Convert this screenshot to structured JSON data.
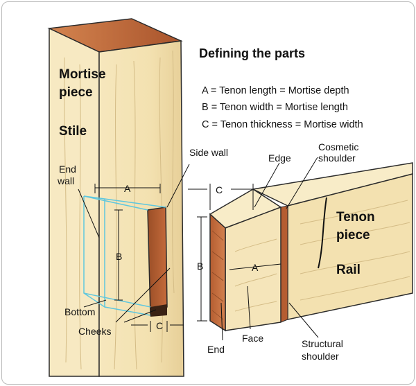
{
  "title": "Defining the parts",
  "definitions": [
    "A = Tenon length = Mortise depth",
    "B = Tenon width = Mortise length",
    "C = Tenon thickness = Mortise width"
  ],
  "mortise_piece": {
    "line1": "Mortise",
    "line2": "piece",
    "name": "Stile"
  },
  "tenon_piece": {
    "line1": "Tenon",
    "line2": "piece",
    "name": "Rail"
  },
  "labels": {
    "end_wall_1": "End",
    "end_wall_2": "wall",
    "side_wall": "Side wall",
    "edge": "Edge",
    "cosmetic_1": "Cosmetic",
    "cosmetic_2": "shoulder",
    "bottom": "Bottom",
    "cheeks": "Cheeks",
    "end": "End",
    "face": "Face",
    "structural_1": "Structural",
    "structural_2": "shoulder"
  },
  "dims": {
    "mortise_a": "A",
    "mortise_b": "B",
    "mortise_c": "C",
    "tenon_a": "A",
    "tenon_b": "B",
    "tenon_c": "C"
  },
  "colors": {
    "wood": "#f2e2b4",
    "wood_light": "#f8ecc8",
    "end_grain": "#c1683a",
    "end_grain_dark": "#8c4a26",
    "outline": "#2b2b2b",
    "cyan": "#5fc7de"
  }
}
